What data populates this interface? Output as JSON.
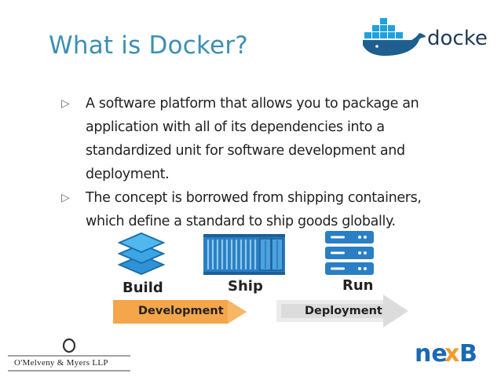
{
  "slide": {
    "title": "What is Docker?",
    "bullets": [
      "A software platform that allows you to package an application with all of its dependencies into a standardized unit for software development and deployment.",
      "The concept is borrowed from shipping containers, which define a standard to ship goods globally."
    ]
  },
  "docker_logo": {
    "text": "docker"
  },
  "steps": [
    {
      "label": "Build",
      "icon": "layers-icon"
    },
    {
      "label": "Ship",
      "icon": "shipping-container-icon"
    },
    {
      "label": "Run",
      "icon": "server-stack-icon"
    }
  ],
  "arrows": {
    "development": "Development",
    "deployment": "Deployment"
  },
  "footer": {
    "law_firm": "O'Melveny & Myers LLP",
    "nexb": "nexB"
  },
  "colors": {
    "title": "#3d8fb3",
    "docker_blue": "#1fa2dc",
    "ship_blue": "#2a7fc4",
    "arrow_orange": "#f5a54a",
    "arrow_gray": "#d9d9d9",
    "nexb_blue": "#1a69b3",
    "nexb_orange": "#f39a2b"
  }
}
